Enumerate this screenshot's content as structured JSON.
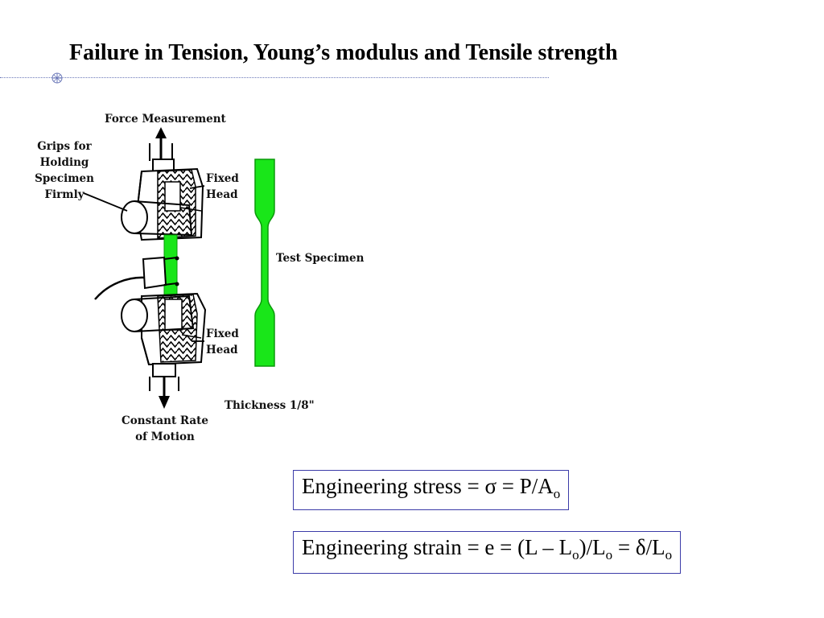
{
  "slide": {
    "title": "Failure in Tension, Young’s modulus and Tensile strength"
  },
  "diagram": {
    "labels": {
      "force_measurement": "Force Measurement",
      "grips_line1": "Grips for",
      "grips_line2": "Holding",
      "grips_line3": "Specimen",
      "grips_line4": "Firmly",
      "fixed_head_top_line1": "Fixed",
      "fixed_head_top_line2": "Head",
      "test_specimen": "Test Specimen",
      "fixed_head_bottom_line1": "Fixed",
      "fixed_head_bottom_line2": "Head",
      "thickness": "Thickness 1/8\"",
      "constant_rate_line1": "Constant Rate",
      "constant_rate_line2": "of Motion"
    },
    "colors": {
      "specimen": "#19e619",
      "outline": "#000000"
    }
  },
  "formulas": {
    "stress": {
      "prefix": "Engineering stress = ",
      "symbol": "σ",
      "mid": " = P/A",
      "sub": "o"
    },
    "strain": {
      "prefix": "Engineering strain = e = (L – L",
      "sub1": "o",
      "mid": ")/L",
      "sub2": "o",
      "eq": " = ",
      "symbol": "δ",
      "tail": "/L",
      "sub3": "o"
    }
  }
}
